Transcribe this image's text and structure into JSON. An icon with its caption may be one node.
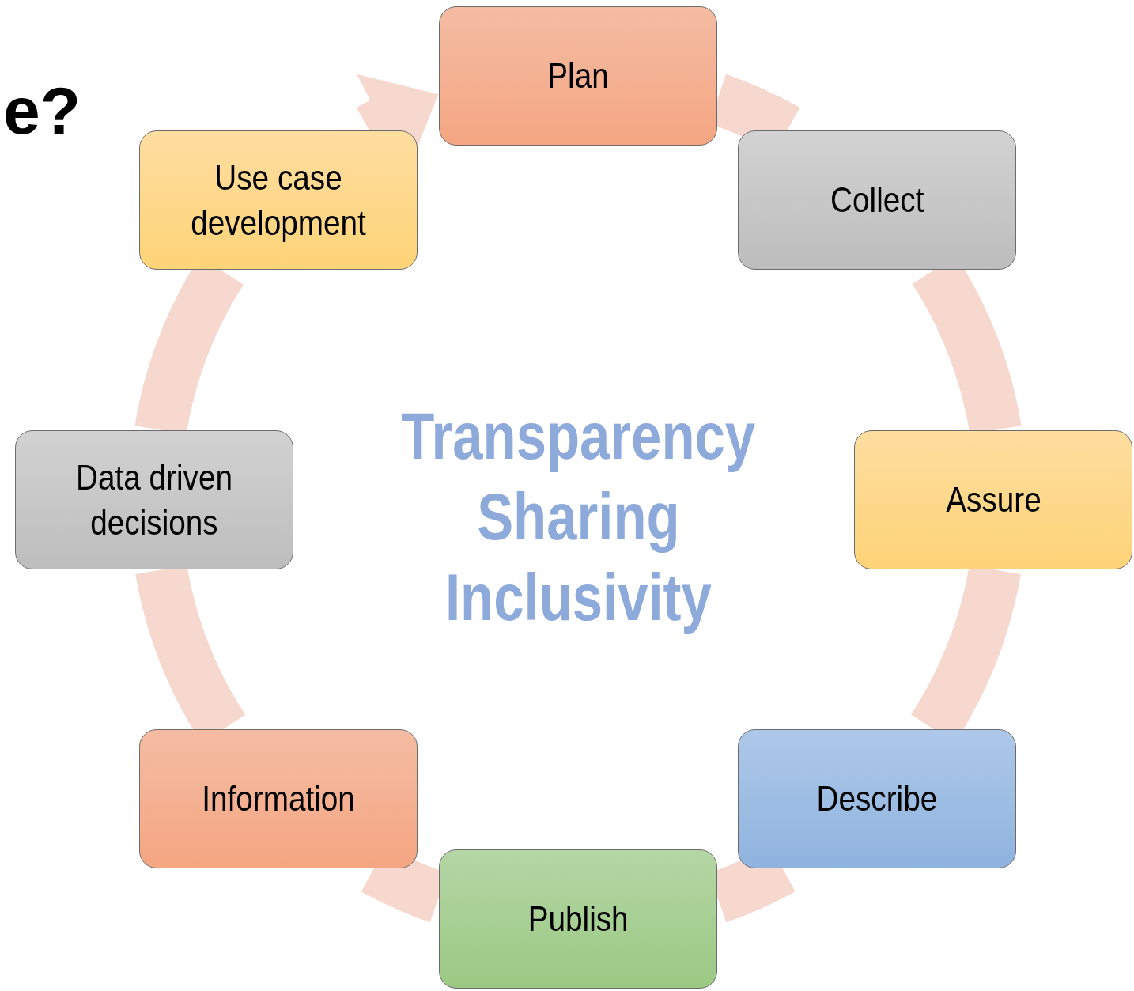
{
  "diagram": {
    "nodes": [
      {
        "text": [
          "Plan"
        ]
      },
      {
        "text": [
          "Collect"
        ]
      },
      {
        "text": [
          "Assure"
        ]
      },
      {
        "text": [
          "Describe"
        ]
      },
      {
        "text": [
          "Publish"
        ]
      },
      {
        "text": [
          "Information"
        ]
      },
      {
        "text": [
          "Data driven decisions"
        ]
      },
      {
        "text": [
          "Use case development"
        ]
      }
    ],
    "edges": [
      {
        "from": 0,
        "to": 1,
        "arrow": "none"
      },
      {
        "from": 1,
        "to": 2,
        "arrow": "none"
      },
      {
        "from": 2,
        "to": 3,
        "arrow": "none"
      },
      {
        "from": 3,
        "to": 4,
        "arrow": "none"
      },
      {
        "from": 4,
        "to": 5,
        "arrow": "none"
      },
      {
        "from": 5,
        "to": 6,
        "arrow": "none"
      },
      {
        "from": 6,
        "to": 7,
        "arrow": "none"
      },
      {
        "from": 7,
        "to": 0,
        "arrow": "to"
      }
    ],
    "labels": [
      "e?",
      "Transparency",
      "Sharing",
      "Inclusivity"
    ]
  }
}
